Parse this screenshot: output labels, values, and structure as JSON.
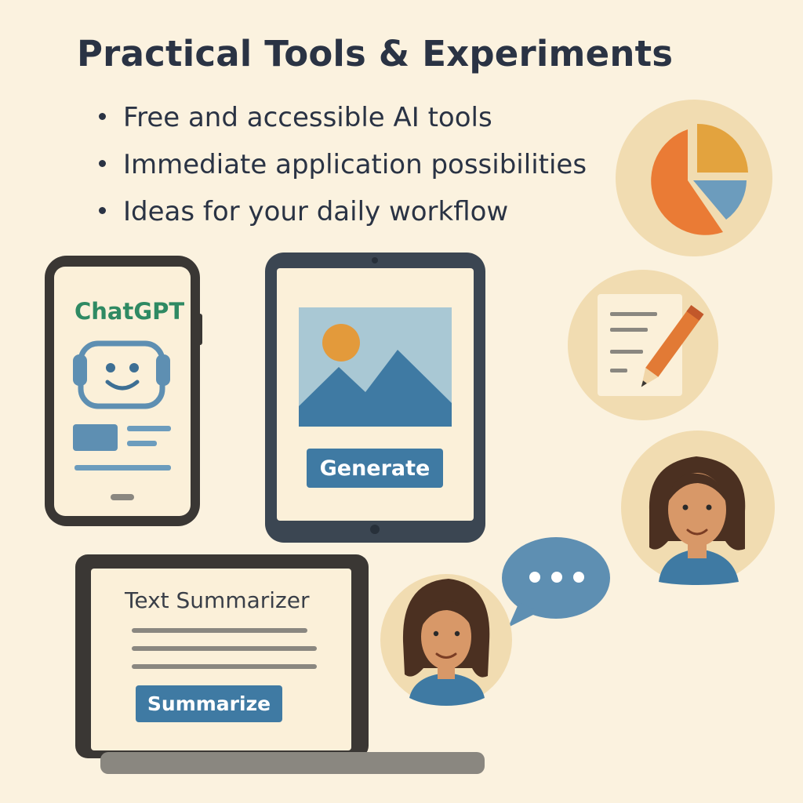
{
  "header": {
    "title": "Practical Tools & Experiments",
    "bullets": [
      "Free and accessible AI tools",
      "Immediate application possibilities",
      "Ideas for your daily workflow"
    ]
  },
  "phone": {
    "app_name": "ChatGPT",
    "icon": "robot-face-icon"
  },
  "tablet": {
    "button_label": "Generate",
    "icon": "landscape-image-icon"
  },
  "laptop": {
    "app_name": "Text Summarizer",
    "button_label": "Summarize"
  },
  "side_icons": [
    "pie-chart-icon",
    "document-pencil-icon",
    "person-avatar-icon",
    "speech-bubble-icon",
    "person-avatar-icon"
  ],
  "colors": {
    "background": "#fbf2df",
    "accent_blue": "#3f7aa3",
    "accent_orange": "#ea7b35",
    "accent_gold": "#e3a33e",
    "text_dark": "#2a3344",
    "chat_green": "#2f8a63"
  }
}
